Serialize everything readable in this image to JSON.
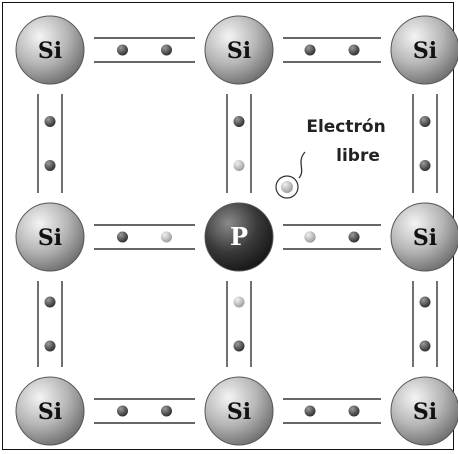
{
  "diagram": {
    "atoms": [
      {
        "label": "Si",
        "kind": "silicon"
      },
      {
        "label": "Si",
        "kind": "silicon"
      },
      {
        "label": "Si",
        "kind": "silicon"
      },
      {
        "label": "Si",
        "kind": "silicon"
      },
      {
        "label": "P",
        "kind": "phosphorus"
      },
      {
        "label": "Si",
        "kind": "silicon"
      },
      {
        "label": "Si",
        "kind": "silicon"
      },
      {
        "label": "Si",
        "kind": "silicon"
      },
      {
        "label": "Si",
        "kind": "silicon"
      }
    ],
    "free_electron_label": {
      "line1": "Electrón",
      "line2": "libre"
    },
    "colors": {
      "silicon": "#a9a9a9",
      "phosphorus": "#2e2e2e",
      "electron": "#3a3a3a",
      "donated_electron": "#9a9a9a",
      "bond_line": "#333333"
    }
  }
}
